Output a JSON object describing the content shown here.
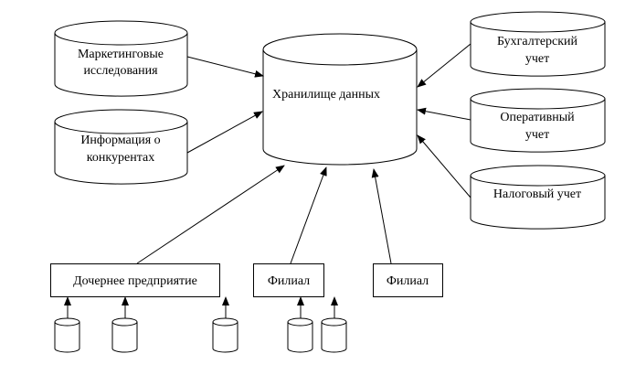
{
  "central": {
    "label": "Хранилище данных"
  },
  "sources_left": [
    {
      "line1": "Маркетинговые",
      "line2": "исследования"
    },
    {
      "line1": "Информация о",
      "line2": "конкурентах"
    }
  ],
  "sources_right": [
    {
      "line1": "Бухгалтерский",
      "line2": "учет"
    },
    {
      "line1": "Оперативный",
      "line2": "учет"
    },
    {
      "line1": "Налоговый учет"
    }
  ],
  "units": [
    {
      "label": "Дочернее предприятие"
    },
    {
      "label": "Филиал"
    },
    {
      "label": "Филиал"
    }
  ]
}
